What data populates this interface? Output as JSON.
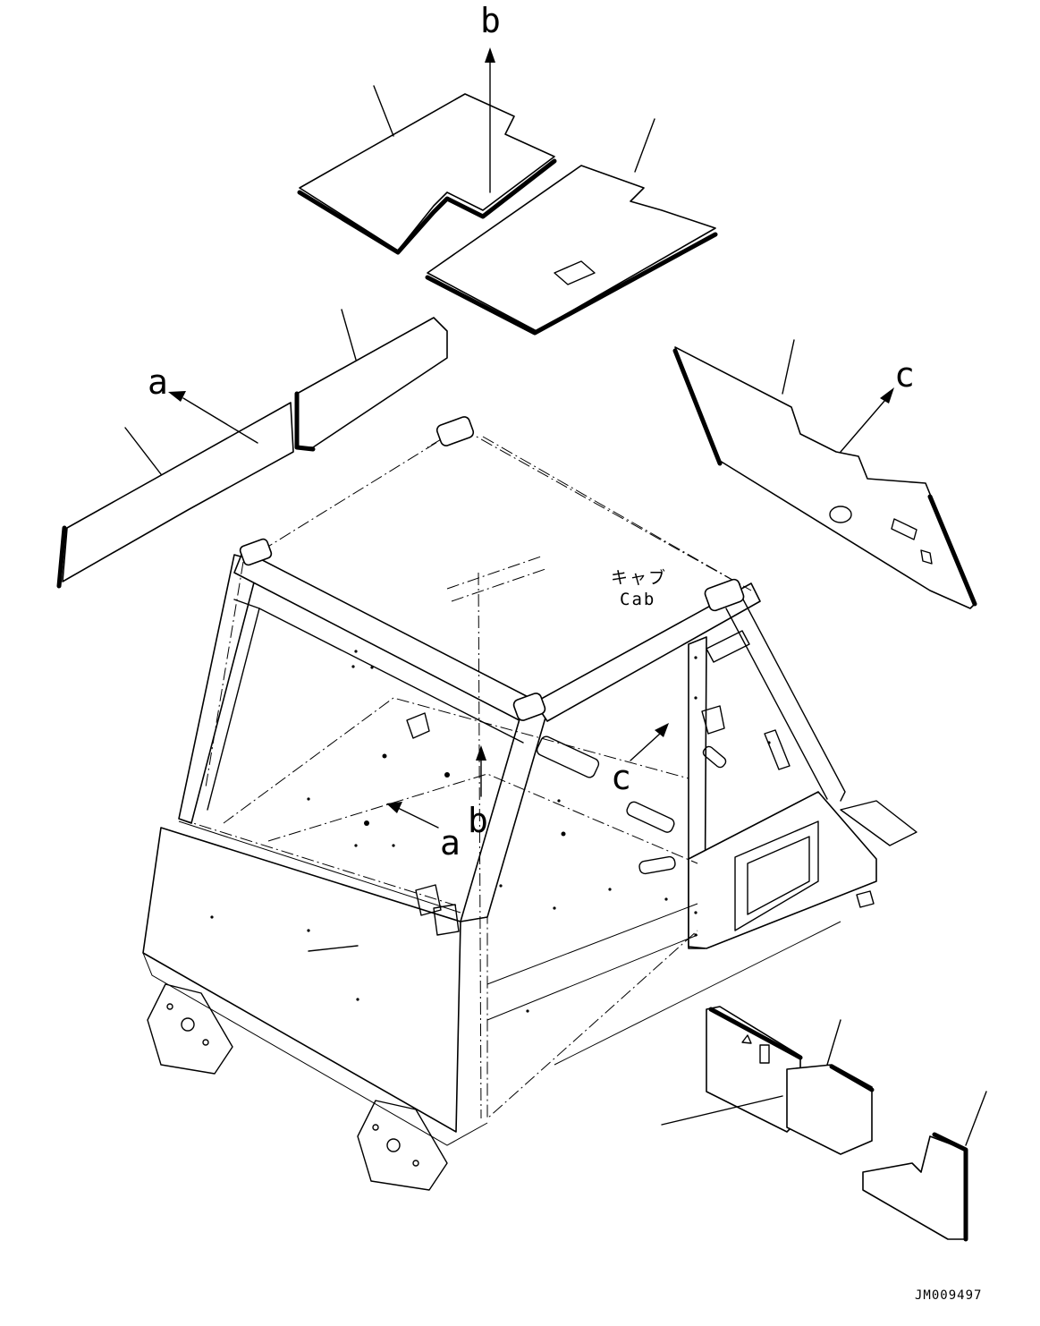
{
  "labels": {
    "a_top": "a",
    "a_bottom": "a",
    "b_top": "b",
    "b_bottom": "b",
    "c_top": "c",
    "c_bottom": "c",
    "cab_jp": "キャブ",
    "cab_en": "Cab"
  },
  "drawing_code": "JM009497",
  "colors": {
    "line": "#000000",
    "background": "#ffffff"
  }
}
